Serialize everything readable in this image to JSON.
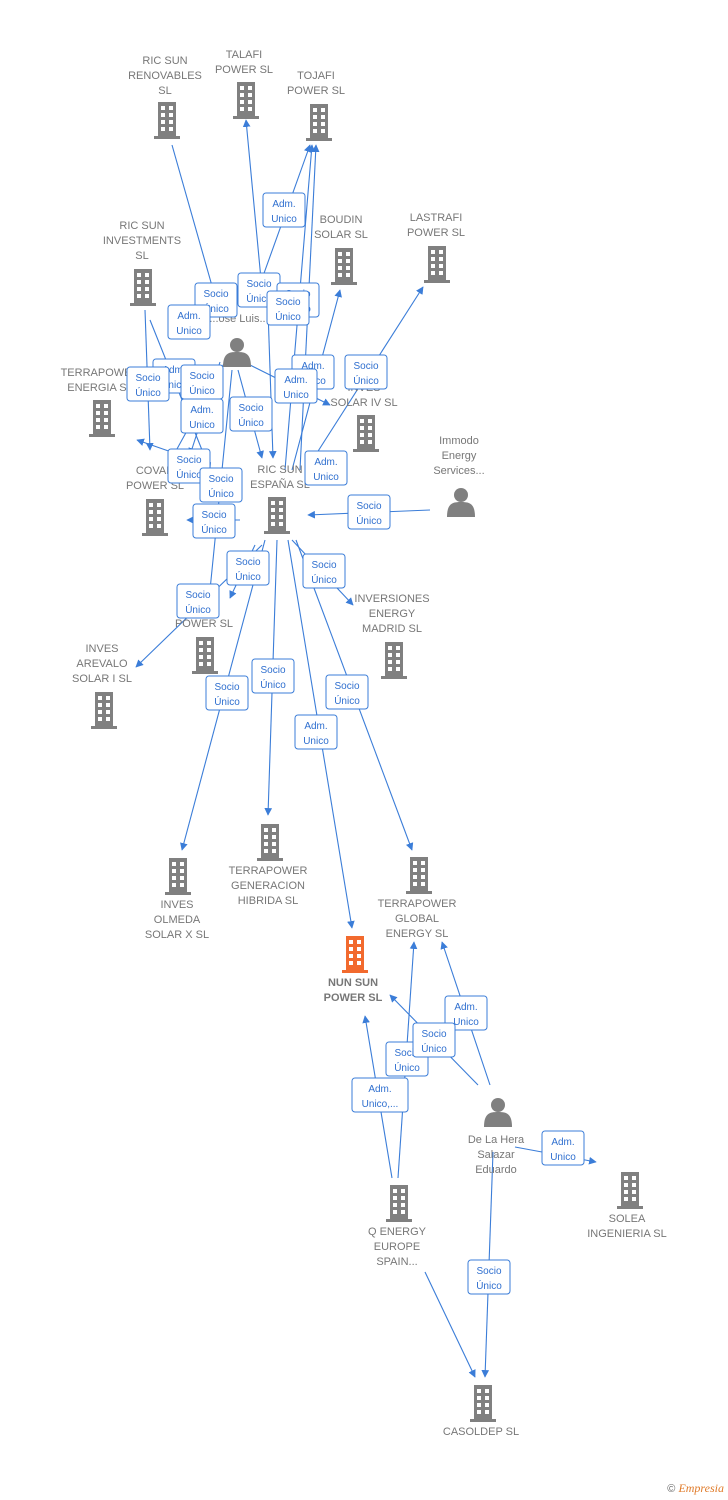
{
  "colors": {
    "edge": "#3b7dd8",
    "building": "#808080",
    "focus_building": "#f26a2e",
    "person": "#808080",
    "label": "#777777"
  },
  "footer": {
    "copyright_symbol": "©",
    "brand": "Empresia"
  },
  "nodes": [
    {
      "id": "ric_sun_renovables",
      "type": "company",
      "label": [
        "RIC SUN",
        "RENOVABLES",
        "SL"
      ]
    },
    {
      "id": "talafi_power",
      "type": "company",
      "label": [
        "TALAFI",
        "POWER  SL"
      ]
    },
    {
      "id": "tojafi_power",
      "type": "company",
      "label": [
        "TOJAFI",
        "POWER  SL"
      ]
    },
    {
      "id": "ric_sun_investments",
      "type": "company",
      "label": [
        "RIC SUN",
        "INVESTMENTS",
        "SL"
      ]
    },
    {
      "id": "boudin_solar",
      "type": "company",
      "label": [
        "BOUDIN",
        "SOLAR SL"
      ]
    },
    {
      "id": "lastrafi_power",
      "type": "company",
      "label": [
        "LASTRAFI",
        "POWER  SL"
      ]
    },
    {
      "id": "jose_luis",
      "type": "person",
      "label": [
        "...ose Luis..."
      ]
    },
    {
      "id": "terrapower_energia",
      "type": "company",
      "label": [
        "TERRAPOWER",
        "ENERGIA  SL"
      ]
    },
    {
      "id": "inves_solar_iv",
      "type": "company",
      "label": [
        "INVES",
        "SOLAR IV SL"
      ]
    },
    {
      "id": "immodo_energy",
      "type": "person",
      "label": [
        "Immodo",
        "Energy",
        "Services..."
      ]
    },
    {
      "id": "covar_power",
      "type": "company",
      "label": [
        "COVAR",
        "POWER  SL"
      ]
    },
    {
      "id": "ric_sun_espana",
      "type": "company",
      "label": [
        "RIC SUN",
        "ESPAÑA  SL"
      ]
    },
    {
      "id": "xafi_power",
      "type": "company",
      "label": [
        "...FI",
        "POWER  SL"
      ]
    },
    {
      "id": "inversiones_energy_madrid",
      "type": "company",
      "label": [
        "INVERSIONES",
        "ENERGY",
        "MADRID  SL"
      ]
    },
    {
      "id": "inves_arevalo",
      "type": "company",
      "label": [
        "INVES",
        "AREVALO",
        "SOLAR I  SL"
      ]
    },
    {
      "id": "inves_olmeda",
      "type": "company",
      "label": [
        "INVES",
        "OLMEDA",
        "SOLAR X  SL"
      ]
    },
    {
      "id": "terrapower_generacion",
      "type": "company",
      "label": [
        "TERRAPOWER",
        "GENERACION",
        "HIBRIDA  SL"
      ]
    },
    {
      "id": "terrapower_global",
      "type": "company",
      "label": [
        "TERRAPOWER",
        "GLOBAL",
        "ENERGY  SL"
      ]
    },
    {
      "id": "nun_sun_power",
      "type": "company",
      "focus": true,
      "label": [
        "NUN SUN",
        "POWER  SL"
      ]
    },
    {
      "id": "de_la_hera",
      "type": "person",
      "label": [
        "De La Hera",
        "Salazar",
        "Eduardo"
      ]
    },
    {
      "id": "solea_ingenieria",
      "type": "company",
      "label": [
        "SOLEA",
        "INGENIERIA SL"
      ]
    },
    {
      "id": "q_energy_europe",
      "type": "company",
      "label": [
        "Q ENERGY",
        "EUROPE",
        "SPAIN..."
      ]
    },
    {
      "id": "casoldep",
      "type": "company",
      "label": [
        "CASOLDEP  SL"
      ]
    }
  ],
  "badges": [
    {
      "id": "b1",
      "lines": [
        "Adm.",
        "Unico"
      ]
    },
    {
      "id": "b2",
      "lines": [
        "Socio",
        "Único"
      ]
    },
    {
      "id": "b3",
      "lines": [
        "Socio",
        "Único"
      ]
    },
    {
      "id": "b4",
      "lines": [
        "Socio",
        "Único"
      ]
    },
    {
      "id": "b5",
      "lines": [
        "Adm.",
        "Unico"
      ]
    },
    {
      "id": "b6",
      "lines": [
        "Socio",
        "Único"
      ]
    },
    {
      "id": "b7",
      "lines": [
        "Adm.",
        "Unico"
      ]
    },
    {
      "id": "b8",
      "lines": [
        "Socio",
        "Único"
      ]
    },
    {
      "id": "b9",
      "lines": [
        "Socio",
        "Único"
      ]
    },
    {
      "id": "b10",
      "lines": [
        "Adm.",
        "Unico"
      ]
    },
    {
      "id": "b11",
      "lines": [
        "Socio",
        "Único"
      ]
    },
    {
      "id": "b12",
      "lines": [
        "Adm.",
        "Unico"
      ]
    },
    {
      "id": "b13",
      "lines": [
        "Adm.",
        "Unico"
      ]
    },
    {
      "id": "b14",
      "lines": [
        "Socio",
        "Único"
      ]
    },
    {
      "id": "b15",
      "lines": [
        "Socio",
        "Único"
      ]
    },
    {
      "id": "b16",
      "lines": [
        "Adm.",
        "Unico"
      ]
    },
    {
      "id": "b17",
      "lines": [
        "Socio",
        "Único"
      ]
    },
    {
      "id": "b18",
      "lines": [
        "Socio",
        "Único"
      ]
    },
    {
      "id": "b19",
      "lines": [
        "Socio",
        "Único"
      ]
    },
    {
      "id": "b20",
      "lines": [
        "Socio",
        "Único"
      ]
    },
    {
      "id": "b21",
      "lines": [
        "Socio",
        "Único"
      ]
    },
    {
      "id": "b22",
      "lines": [
        "Socio",
        "Único"
      ]
    },
    {
      "id": "b23",
      "lines": [
        "Socio",
        "Único"
      ]
    },
    {
      "id": "b24",
      "lines": [
        "Socio",
        "Único"
      ]
    },
    {
      "id": "b25",
      "lines": [
        "Socio",
        "Único"
      ]
    },
    {
      "id": "b26",
      "lines": [
        "Adm.",
        "Unico"
      ]
    },
    {
      "id": "b27",
      "lines": [
        "Adm.",
        "Unico"
      ]
    },
    {
      "id": "b28",
      "lines": [
        "Socio",
        "Único"
      ]
    },
    {
      "id": "b29",
      "lines": [
        "Socio",
        "Único"
      ]
    },
    {
      "id": "b30",
      "lines": [
        "Adm.",
        "Unico,..."
      ]
    },
    {
      "id": "b31",
      "lines": [
        "Adm.",
        "Unico"
      ]
    },
    {
      "id": "b32",
      "lines": [
        "Socio",
        "Único"
      ]
    }
  ]
}
